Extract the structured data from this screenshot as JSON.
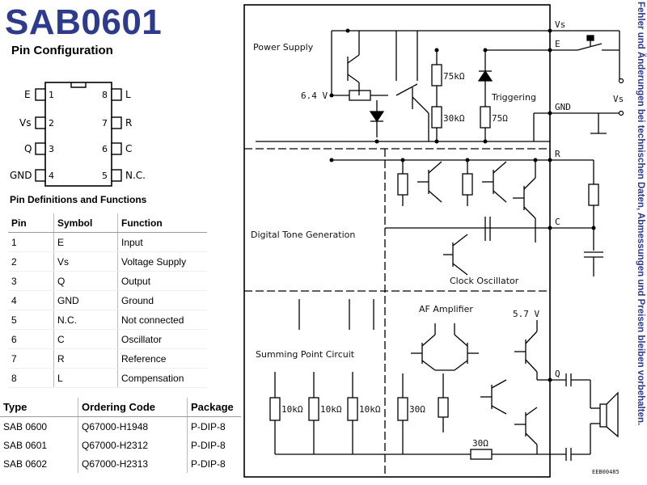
{
  "title": "SAB0601",
  "pin_config": {
    "heading": "Pin Configuration",
    "left_pins": [
      {
        "num": "1",
        "label": "E"
      },
      {
        "num": "2",
        "label": "Vs"
      },
      {
        "num": "3",
        "label": "Q"
      },
      {
        "num": "4",
        "label": "GND"
      }
    ],
    "right_pins": [
      {
        "num": "8",
        "label": "L"
      },
      {
        "num": "7",
        "label": "R"
      },
      {
        "num": "6",
        "label": "C"
      },
      {
        "num": "5",
        "label": "N.C."
      }
    ]
  },
  "pin_definitions": {
    "heading": "Pin Definitions and Functions",
    "headers": [
      "Pin",
      "Symbol",
      "Function"
    ],
    "rows": [
      [
        "1",
        "E",
        "Input"
      ],
      [
        "2",
        "Vs",
        "Voltage Supply"
      ],
      [
        "3",
        "Q",
        "Output"
      ],
      [
        "4",
        "GND",
        "Ground"
      ],
      [
        "5",
        "N.C.",
        "Not connected"
      ],
      [
        "6",
        "C",
        "Oscillator"
      ],
      [
        "7",
        "R",
        "Reference"
      ],
      [
        "8",
        "L",
        "Compensation"
      ]
    ]
  },
  "ordering": {
    "headers": [
      "Type",
      "Ordering Code",
      "Package"
    ],
    "rows": [
      [
        "SAB 0600",
        "Q67000-H1948",
        "P-DIP-8"
      ],
      [
        "SAB 0601",
        "Q67000-H2312",
        "P-DIP-8"
      ],
      [
        "SAB 0602",
        "Q67000-H2313",
        "P-DIP-8"
      ]
    ]
  },
  "schematic": {
    "blocks": {
      "power_supply": "Power Supply",
      "triggering": "Triggering",
      "digital_tone": "Digital Tone Generation",
      "clock_osc": "Clock Oscillator",
      "summing": "Summing Point Circuit",
      "af_amp": "AF Amplifier"
    },
    "pins": {
      "vs": "Vs",
      "e": "E",
      "gnd": "GND",
      "r": "R",
      "c": "C",
      "q": "Q",
      "vs_ext": "Vs"
    },
    "values": {
      "v64": "6.4 V",
      "r75k": "75kΩ",
      "r30k": "30kΩ",
      "r75": "75Ω",
      "r10k_1": "10kΩ",
      "r10k_2": "10kΩ",
      "r10k_3": "10kΩ",
      "r30_a": "30Ω",
      "r30_b": "30Ω",
      "v57": "5.7 V",
      "code": "EEB00485"
    }
  },
  "side_note": "Fehler und Änderungen bei technischen Daten, Abmessungen und Preisen bleiben vorbehalten.",
  "colors": {
    "brand_blue": "#2e3a8c"
  }
}
